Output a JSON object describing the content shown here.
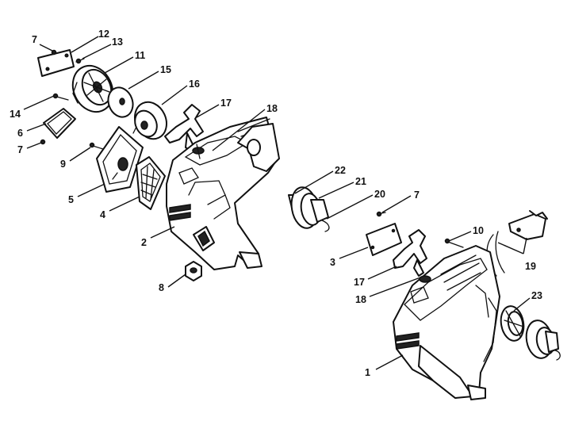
{
  "callouts": [
    {
      "id": "c7a",
      "text": "7"
    },
    {
      "id": "c12",
      "text": "12"
    },
    {
      "id": "c13",
      "text": "13"
    },
    {
      "id": "c11",
      "text": "11"
    },
    {
      "id": "c15",
      "text": "15"
    },
    {
      "id": "c14",
      "text": "14"
    },
    {
      "id": "c6",
      "text": "6"
    },
    {
      "id": "c7b",
      "text": "7"
    },
    {
      "id": "c16",
      "text": "16"
    },
    {
      "id": "c17a",
      "text": "17"
    },
    {
      "id": "c18a",
      "text": "18"
    },
    {
      "id": "c9",
      "text": "9"
    },
    {
      "id": "c5",
      "text": "5"
    },
    {
      "id": "c4",
      "text": "4"
    },
    {
      "id": "c22",
      "text": "22"
    },
    {
      "id": "c21",
      "text": "21"
    },
    {
      "id": "c20",
      "text": "20"
    },
    {
      "id": "c7c",
      "text": "7"
    },
    {
      "id": "c2",
      "text": "2"
    },
    {
      "id": "c10",
      "text": "10"
    },
    {
      "id": "c19",
      "text": "19"
    },
    {
      "id": "c3",
      "text": "3"
    },
    {
      "id": "c17b",
      "text": "17"
    },
    {
      "id": "c18b",
      "text": "18"
    },
    {
      "id": "c8",
      "text": "8"
    },
    {
      "id": "c23",
      "text": "23"
    },
    {
      "id": "c1",
      "text": "1"
    }
  ]
}
